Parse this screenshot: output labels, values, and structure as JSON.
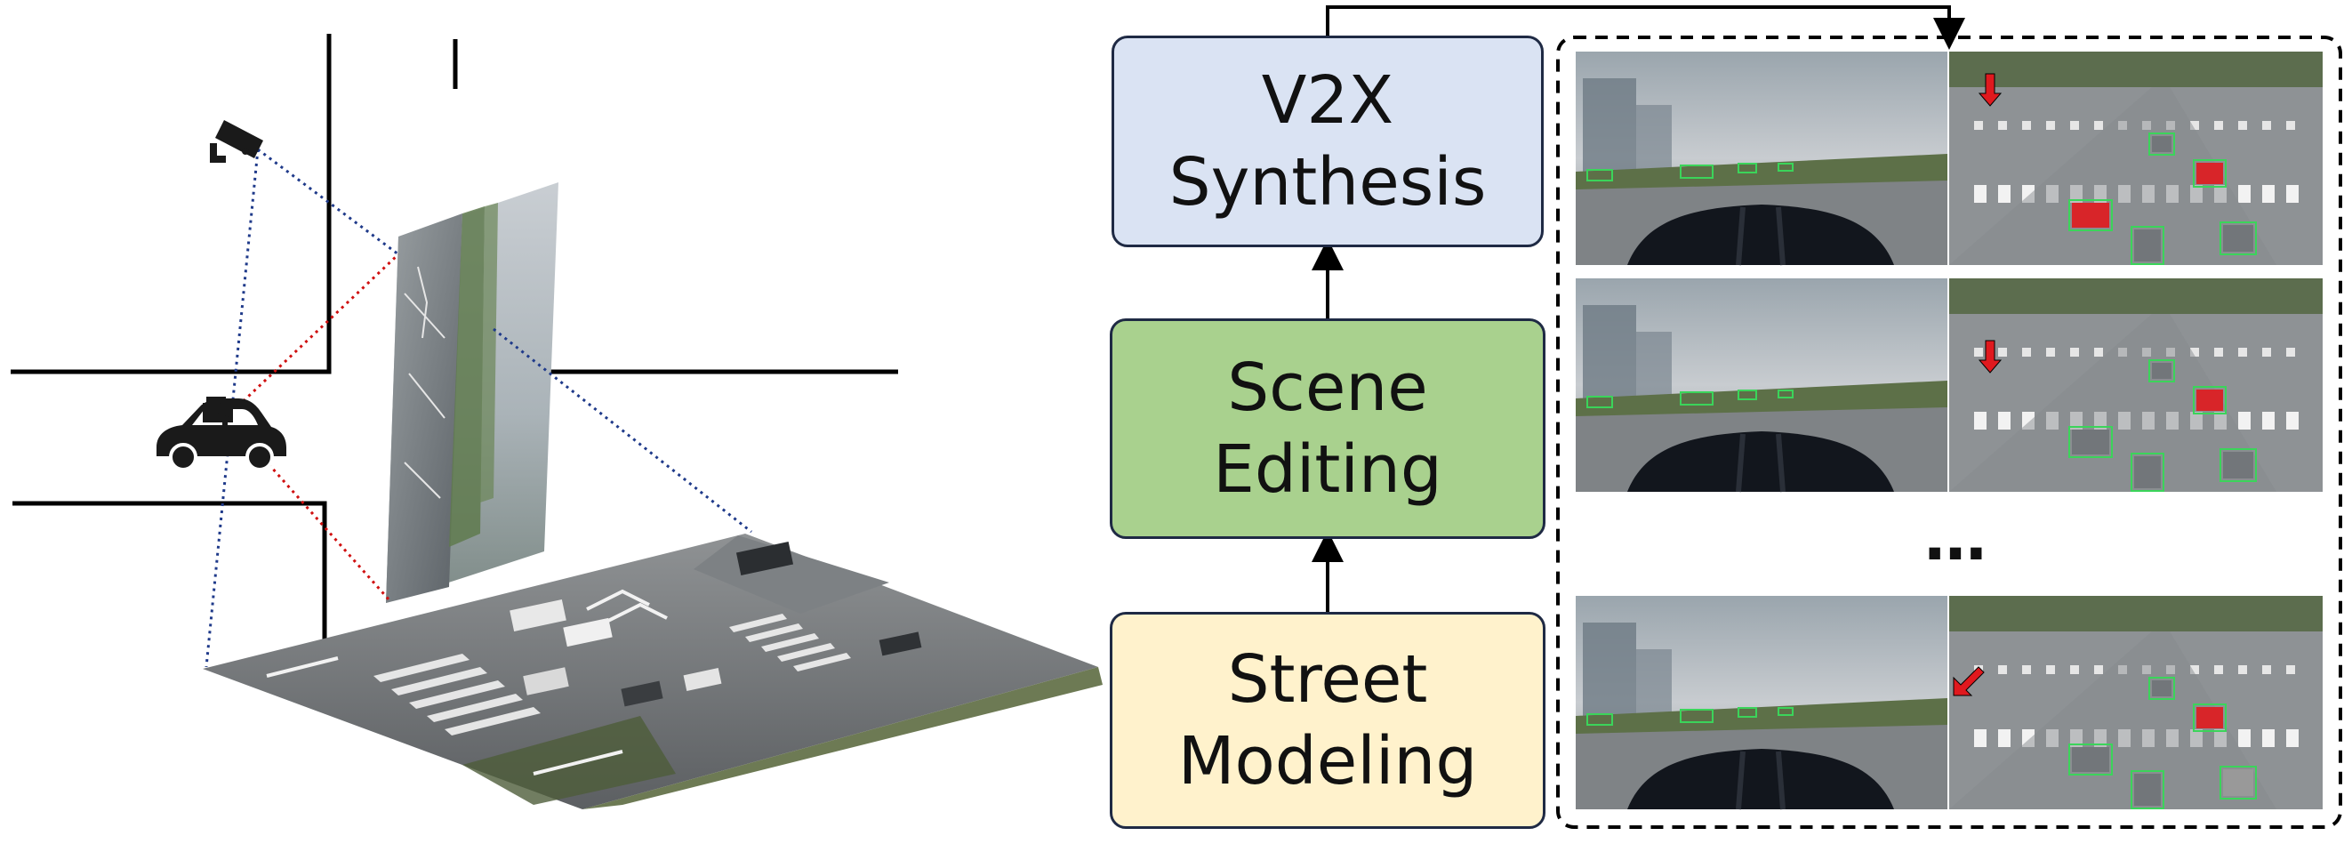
{
  "pipeline": {
    "v2x_synthesis": {
      "line1": "V2X",
      "line2": "Synthesis",
      "color": "#dae3f3"
    },
    "scene_editing": {
      "line1": "Scene",
      "line2": "Editing",
      "color": "#a9d18e"
    },
    "street_modeling": {
      "line1": "Street",
      "line2": "Modeling",
      "color": "#fff2cc"
    }
  },
  "examples": {
    "ellipsis": "…",
    "rows": 3
  },
  "colors": {
    "line": "#000000",
    "dotted_blue": "#1f3a8a",
    "dotted_red": "#d01010",
    "box_border": "#1f2a44",
    "detection_green": "#3bd45a",
    "highlight_red": "#e0191e"
  },
  "icons": [
    "surveillance-camera-icon",
    "car-with-camera-icon",
    "red-arrow-icon"
  ]
}
